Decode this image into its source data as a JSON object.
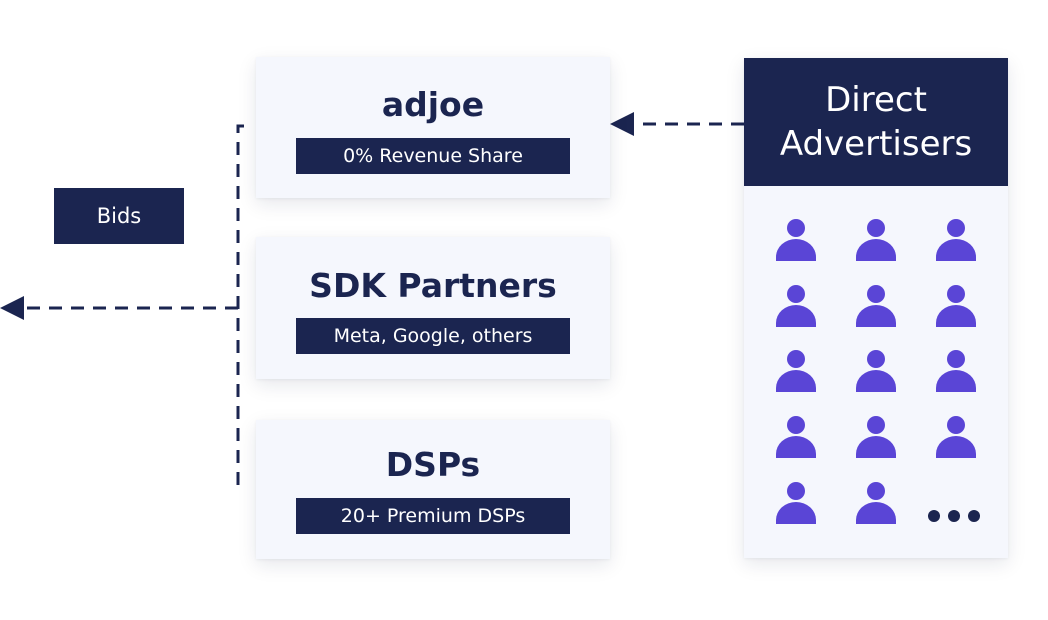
{
  "bids": {
    "label": "Bids"
  },
  "sources": [
    {
      "title": "adjoe",
      "badge": "0% Revenue Share"
    },
    {
      "title": "SDK Partners",
      "badge": "Meta, Google, others"
    },
    {
      "title": "DSPs",
      "badge": "20+ Premium DSPs"
    }
  ],
  "advertisers": {
    "title_line1": "Direct",
    "title_line2": "Advertisers",
    "icon_count": 14,
    "more_icon": "ellipsis-icon"
  },
  "colors": {
    "navy": "#1b2550",
    "card_bg": "#f5f7fd",
    "person_purple": "#5a45d6"
  }
}
